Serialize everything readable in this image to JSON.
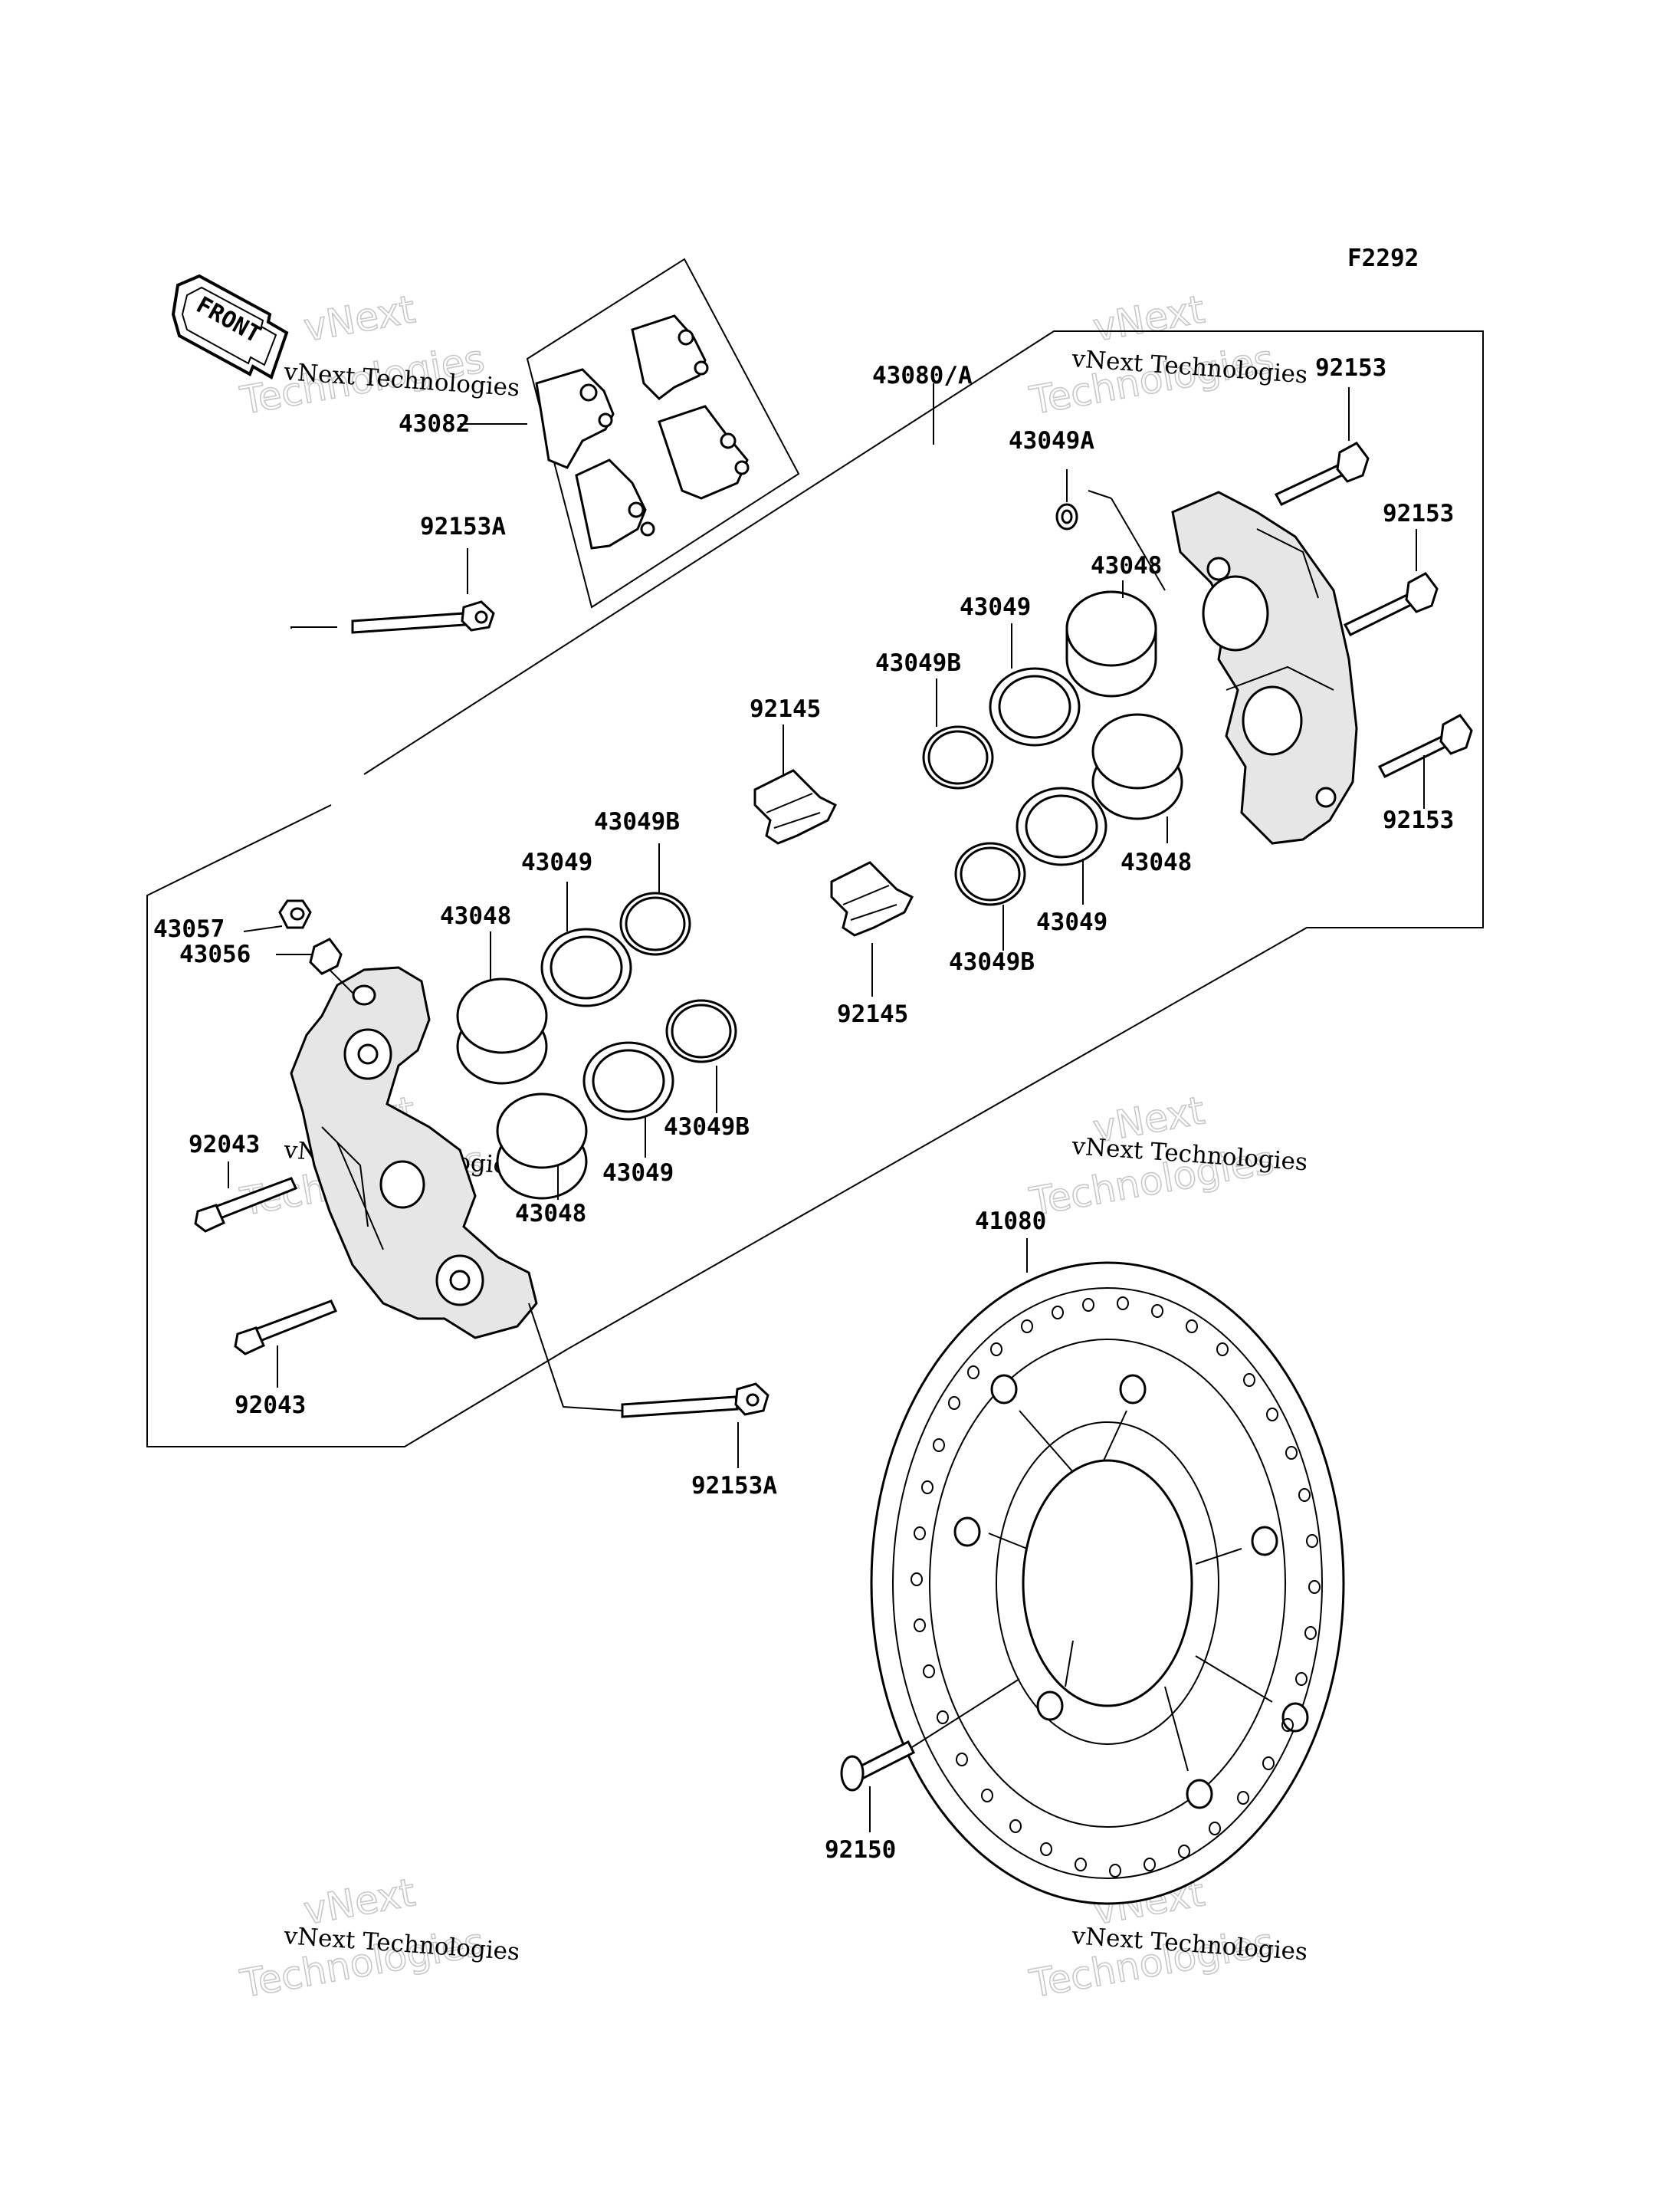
{
  "figure_code": "F2292",
  "front_label": "FRONT",
  "watermark": {
    "brand": "vNext",
    "company": "Technologies",
    "full": "vNext Technologies"
  },
  "part_labels": {
    "p43082": "43082",
    "p43080A": "43080/A",
    "p43049A": "43049A",
    "p92153_top": "92153",
    "p92153_mid": "92153",
    "p92153_low": "92153",
    "p92153A_top": "92153A",
    "p92153A_bot": "92153A",
    "p43048_r1": "43048",
    "p43049_r1": "43049",
    "p43049B_r1": "43049B",
    "p92145_top": "92145",
    "p92145_bot": "92145",
    "p43048_r2": "43048",
    "p43049_r2": "43049",
    "p43049B_r2": "43049B",
    "p43049B_l1": "43049B",
    "p43049_l1": "43049",
    "p43048_l1": "43048",
    "p43049B_l2": "43049B",
    "p43049_l2": "43049",
    "p43048_l2": "43048",
    "p43057": "43057",
    "p43056": "43056",
    "p92043_top": "92043",
    "p92043_bot": "92043",
    "p41080": "41080",
    "p92150": "92150"
  }
}
